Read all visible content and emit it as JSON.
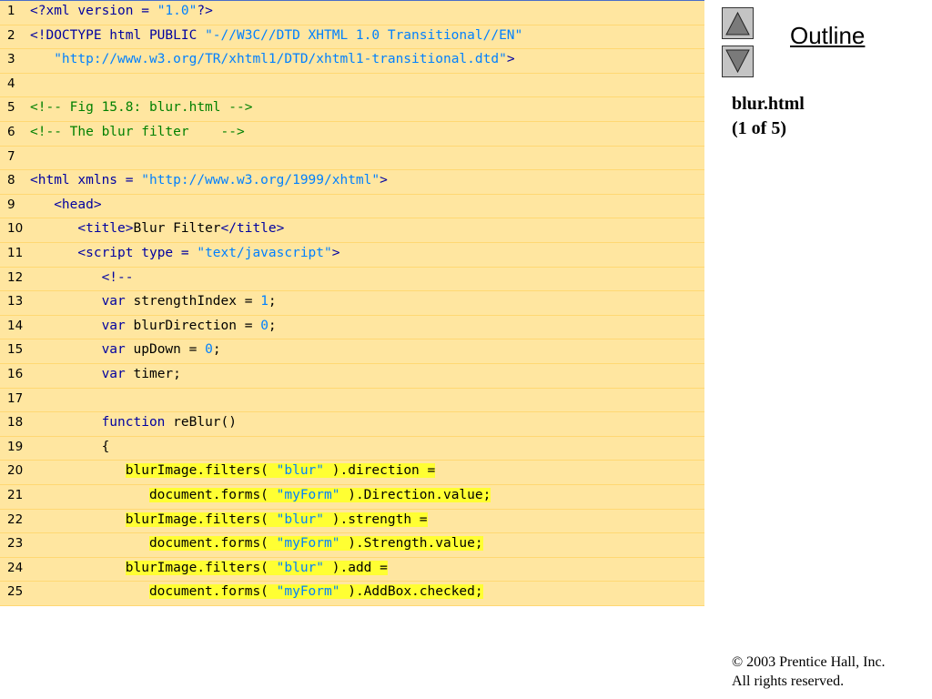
{
  "code_lines": [
    {
      "num": "1",
      "parts": [
        {
          "t": "<?xml version = ",
          "c": "k"
        },
        {
          "t": "\"1.0\"",
          "c": "s"
        },
        {
          "t": "?>",
          "c": "k"
        }
      ]
    },
    {
      "num": "2",
      "parts": [
        {
          "t": "<!DOCTYPE html PUBLIC ",
          "c": "k"
        },
        {
          "t": "\"-//W3C//DTD XHTML 1.0 Transitional//EN\"",
          "c": "s"
        }
      ]
    },
    {
      "num": "3",
      "parts": [
        {
          "t": "   ",
          "c": "t"
        },
        {
          "t": "\"http://www.w3.org/TR/xhtml1/DTD/xhtml1-transitional.dtd\"",
          "c": "s"
        },
        {
          "t": ">",
          "c": "k"
        }
      ]
    },
    {
      "num": "4",
      "parts": []
    },
    {
      "num": "5",
      "parts": [
        {
          "t": "<!-- Fig 15.8: blur.html -->",
          "c": "c"
        }
      ]
    },
    {
      "num": "6",
      "parts": [
        {
          "t": "<!-- The blur filter    -->",
          "c": "c"
        }
      ]
    },
    {
      "num": "7",
      "parts": []
    },
    {
      "num": "8",
      "parts": [
        {
          "t": "<html xmlns = ",
          "c": "k"
        },
        {
          "t": "\"http://www.w3.org/1999/xhtml\"",
          "c": "s"
        },
        {
          "t": ">",
          "c": "k"
        }
      ]
    },
    {
      "num": "9",
      "parts": [
        {
          "t": "   ",
          "c": "t"
        },
        {
          "t": "<head>",
          "c": "k"
        }
      ]
    },
    {
      "num": "10",
      "parts": [
        {
          "t": "      ",
          "c": "t"
        },
        {
          "t": "<title>",
          "c": "k"
        },
        {
          "t": "Blur Filter",
          "c": "t"
        },
        {
          "t": "</title>",
          "c": "k"
        }
      ]
    },
    {
      "num": "11",
      "parts": [
        {
          "t": "      ",
          "c": "t"
        },
        {
          "t": "<script type = ",
          "c": "k"
        },
        {
          "t": "\"text/javascript\"",
          "c": "s"
        },
        {
          "t": ">",
          "c": "k"
        }
      ]
    },
    {
      "num": "12",
      "parts": [
        {
          "t": "         ",
          "c": "t"
        },
        {
          "t": "<!--",
          "c": "k"
        }
      ]
    },
    {
      "num": "13",
      "parts": [
        {
          "t": "         ",
          "c": "t"
        },
        {
          "t": "var",
          "c": "k"
        },
        {
          "t": " strengthIndex = ",
          "c": "t"
        },
        {
          "t": "1",
          "c": "s"
        },
        {
          "t": ";",
          "c": "t"
        }
      ]
    },
    {
      "num": "14",
      "parts": [
        {
          "t": "         ",
          "c": "t"
        },
        {
          "t": "var",
          "c": "k"
        },
        {
          "t": " blurDirection = ",
          "c": "t"
        },
        {
          "t": "0",
          "c": "s"
        },
        {
          "t": ";",
          "c": "t"
        }
      ]
    },
    {
      "num": "15",
      "parts": [
        {
          "t": "         ",
          "c": "t"
        },
        {
          "t": "var",
          "c": "k"
        },
        {
          "t": " upDown = ",
          "c": "t"
        },
        {
          "t": "0",
          "c": "s"
        },
        {
          "t": ";",
          "c": "t"
        }
      ]
    },
    {
      "num": "16",
      "parts": [
        {
          "t": "         ",
          "c": "t"
        },
        {
          "t": "var",
          "c": "k"
        },
        {
          "t": " timer;",
          "c": "t"
        }
      ]
    },
    {
      "num": "17",
      "parts": []
    },
    {
      "num": "18",
      "parts": [
        {
          "t": "         ",
          "c": "t"
        },
        {
          "t": "function",
          "c": "k"
        },
        {
          "t": " reBlur()",
          "c": "t"
        }
      ]
    },
    {
      "num": "19",
      "parts": [
        {
          "t": "         {",
          "c": "t"
        }
      ]
    },
    {
      "num": "20",
      "parts": [
        {
          "t": "            ",
          "c": "t"
        },
        {
          "t": "blurImage.filters( ",
          "c": "t",
          "h": true
        },
        {
          "t": "\"blur\"",
          "c": "s",
          "h": true
        },
        {
          "t": " ).direction =",
          "c": "t",
          "h": true
        }
      ]
    },
    {
      "num": "21",
      "parts": [
        {
          "t": "               ",
          "c": "t"
        },
        {
          "t": "document.forms( ",
          "c": "t",
          "h": true
        },
        {
          "t": "\"myForm\"",
          "c": "s",
          "h": true
        },
        {
          "t": " ).Direction.value;",
          "c": "t",
          "h": true
        }
      ]
    },
    {
      "num": "22",
      "parts": [
        {
          "t": "            ",
          "c": "t"
        },
        {
          "t": "blurImage.filters( ",
          "c": "t",
          "h": true
        },
        {
          "t": "\"blur\"",
          "c": "s",
          "h": true
        },
        {
          "t": " ).strength =",
          "c": "t",
          "h": true
        }
      ]
    },
    {
      "num": "23",
      "parts": [
        {
          "t": "               ",
          "c": "t"
        },
        {
          "t": "document.forms( ",
          "c": "t",
          "h": true
        },
        {
          "t": "\"myForm\"",
          "c": "s",
          "h": true
        },
        {
          "t": " ).Strength.value;",
          "c": "t",
          "h": true
        }
      ]
    },
    {
      "num": "24",
      "parts": [
        {
          "t": "            ",
          "c": "t"
        },
        {
          "t": "blurImage.filters( ",
          "c": "t",
          "h": true
        },
        {
          "t": "\"blur\"",
          "c": "s",
          "h": true
        },
        {
          "t": " ).add =",
          "c": "t",
          "h": true
        }
      ]
    },
    {
      "num": "25",
      "parts": [
        {
          "t": "               ",
          "c": "t"
        },
        {
          "t": "document.forms( ",
          "c": "t",
          "h": true
        },
        {
          "t": "\"myForm\"",
          "c": "s",
          "h": true
        },
        {
          "t": " ).AddBox.checked;",
          "c": "t",
          "h": true
        }
      ]
    }
  ],
  "sidebar": {
    "outline_label": "Outline",
    "file_name": "blur.html",
    "page_indicator": "(1 of 5)",
    "up_icon": "triangle-up-icon",
    "down_icon": "triangle-down-icon"
  },
  "footer": {
    "copyright_line1": "© 2003 Prentice Hall, Inc.",
    "copyright_line2": "All rights reserved."
  },
  "colors": {
    "panel_bg": "#ffe6a0",
    "highlight": "#ffff33",
    "keyword": "#0000a0",
    "string": "#0080ff",
    "comment": "#008000"
  }
}
